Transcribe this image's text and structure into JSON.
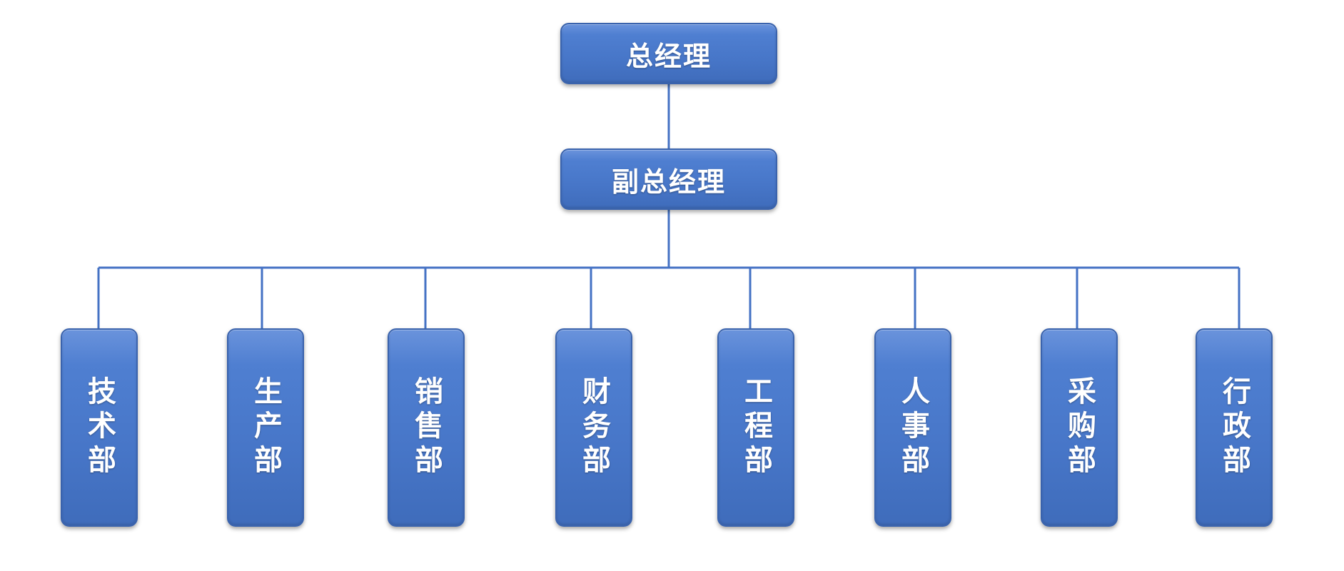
{
  "general_manager": "总经理",
  "deputy_general_manager": "副总经理",
  "departments": [
    {
      "name": "技术部"
    },
    {
      "name": "生产部"
    },
    {
      "name": "销售部"
    },
    {
      "name": "财务部"
    },
    {
      "name": "工程部"
    },
    {
      "name": "人事部"
    },
    {
      "name": "采购部"
    },
    {
      "name": "行政部"
    }
  ],
  "colors": {
    "box_fill": "#4472c4",
    "box_border": "#3a63ad",
    "connector": "#4472c4",
    "text": "#ffffff"
  }
}
